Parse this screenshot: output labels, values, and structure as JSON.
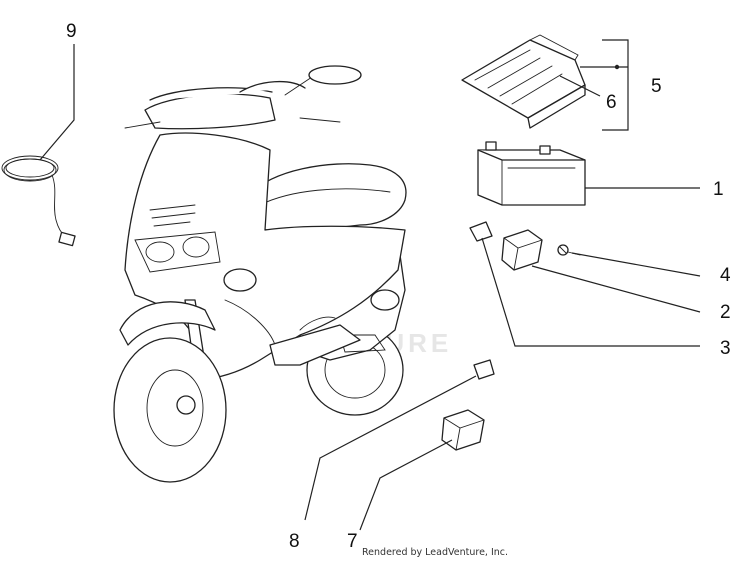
{
  "diagram": {
    "watermark": "VENTURE",
    "credit": "Rendered by LeadVenture, Inc.",
    "callouts": [
      {
        "id": "1",
        "label": "1"
      },
      {
        "id": "2",
        "label": "2"
      },
      {
        "id": "3",
        "label": "3"
      },
      {
        "id": "4",
        "label": "4"
      },
      {
        "id": "5",
        "label": "5"
      },
      {
        "id": "6",
        "label": "6"
      },
      {
        "id": "7",
        "label": "7"
      },
      {
        "id": "8",
        "label": "8"
      },
      {
        "id": "9",
        "label": "9"
      }
    ]
  }
}
